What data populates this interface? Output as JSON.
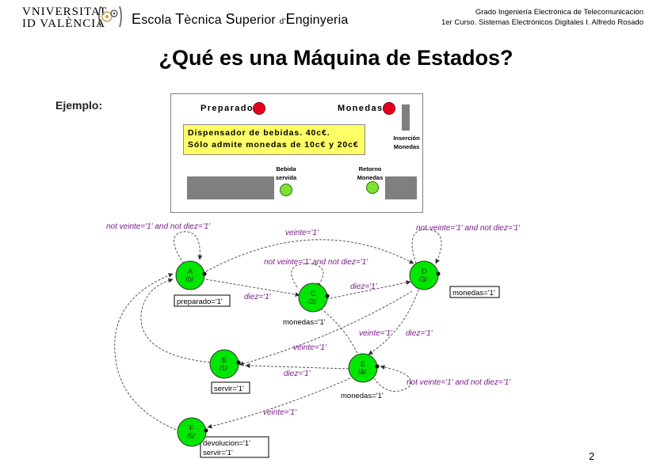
{
  "header": {
    "university_line1": "VNIVERSITAT",
    "university_line2": "ID VALÈNCIA",
    "school_E": "E",
    "school_1": "scola ",
    "school_T": "T",
    "school_2": "ècnica ",
    "school_S": "S",
    "school_3": "uperior ",
    "school_4": "d'",
    "school_En": "E",
    "school_5": "nginyeria",
    "course_line1": "Grado Ingeniería Electrónica de Telecomunicación",
    "course_line2": "1er Curso. Sistemas Electrónicos Digitales I. Alfredo Rosado"
  },
  "slide": {
    "title": "¿Qué es una Máquina de Estados?",
    "example_label": "Ejemplo:",
    "page_number": "2"
  },
  "panel": {
    "preparado": "Preparado",
    "monedas": "Monedas",
    "insercion_1": "Inserción",
    "insercion_2": "Monedas",
    "desc_line1": "Dispensador de bebidas. 40c€.",
    "desc_line2": "Sólo admite monedas de 10c€ y 20c€",
    "bebida_1": "Bebida",
    "bebida_2": "servida",
    "retorno_1": "Retorno",
    "retorno_2": "Monedas"
  },
  "diagram": {
    "states": [
      {
        "name": "A",
        "out": "/0/"
      },
      {
        "name": "C",
        "out": "/2/"
      },
      {
        "name": "D",
        "out": "/3/"
      },
      {
        "name": "B",
        "out": "/1/"
      },
      {
        "name": "E",
        "out": "/4/"
      },
      {
        "name": "F",
        "out": "/5/"
      }
    ],
    "labels": {
      "a_self": "not veinte='1' and not diez='1'",
      "a_to_d": "veinte='1'",
      "d_self": "not veinte='1' and not diez='1'",
      "c_self": "not veinte='1' and not diez='1'",
      "a_to_c": "diez='1'",
      "c_to_d": "diez='1'",
      "c_to_e": "veinte='1'",
      "d_to_e": "diez='1'",
      "d_to_b": "veinte='1'",
      "e_to_b": "diez='1'",
      "e_self": "not veinte='1' and not diez='1'",
      "e_to_f": "veinte='1'"
    },
    "outputs": {
      "a": "preparado='1'",
      "c": "monedas='1'",
      "d": "monedas='1'",
      "b": "servir='1'",
      "e": "monedas='1'",
      "f1": "devolucion='1'",
      "f2": "servir='1'"
    }
  },
  "colors": {
    "state_fill": "#00e600",
    "label_purple": "#7a1a8c",
    "led_red": "#e4001c",
    "led_green": "#7ee32f",
    "desc_yellow": "#ffff66"
  }
}
